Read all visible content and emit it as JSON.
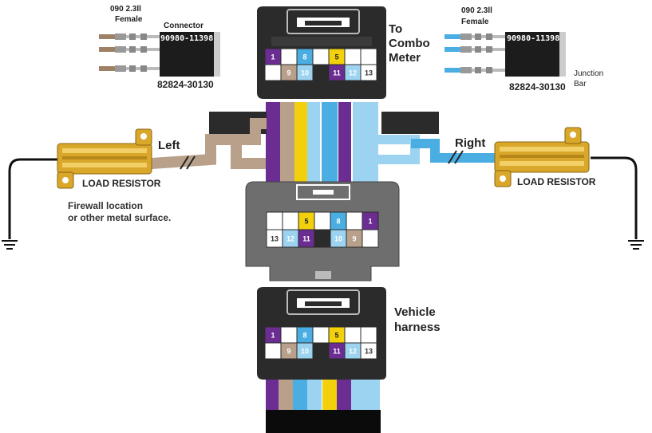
{
  "colors": {
    "purple": "#6b2d91",
    "tan": "#b8a08a",
    "blue": "#4aaee3",
    "light_blue": "#9bd3f0",
    "yellow": "#f2d10c",
    "resistor_gold": "#d9a72a",
    "connector_dark": "#2b2b2b",
    "connector_gray": "#6e6e6e"
  },
  "left_terminal": {
    "spec": "090 2.3ll",
    "gender": "Female",
    "connector_label": "Connector",
    "connector_part": "90980-11398",
    "terminal_part": "82824-30130"
  },
  "right_terminal": {
    "spec": "090 2.3ll",
    "gender": "Female",
    "connector_part": "90980-11398",
    "terminal_part": "82824-30130",
    "junction_line1": "Junction",
    "junction_line2": "Bar"
  },
  "to_combo_meter": {
    "line1": "To",
    "line2": "Combo",
    "line3": "Meter"
  },
  "vehicle_harness": {
    "line1": "Vehicle",
    "line2": "harness"
  },
  "left_side": {
    "direction": "Left",
    "resistor": "LOAD RESISTOR"
  },
  "right_side": {
    "direction": "Right",
    "resistor": "LOAD RESISTOR"
  },
  "note": {
    "line1": "Firewall location",
    "line2": "or other metal surface."
  },
  "top_pins": [
    "1",
    "8",
    "5",
    "9",
    "10",
    "11",
    "12",
    "13"
  ],
  "middle_pins": [
    "5",
    "8",
    "1",
    "13",
    "12",
    "11",
    "10",
    "9"
  ],
  "bottom_pins": [
    "1",
    "8",
    "5",
    "9",
    "10",
    "11",
    "12",
    "13"
  ]
}
